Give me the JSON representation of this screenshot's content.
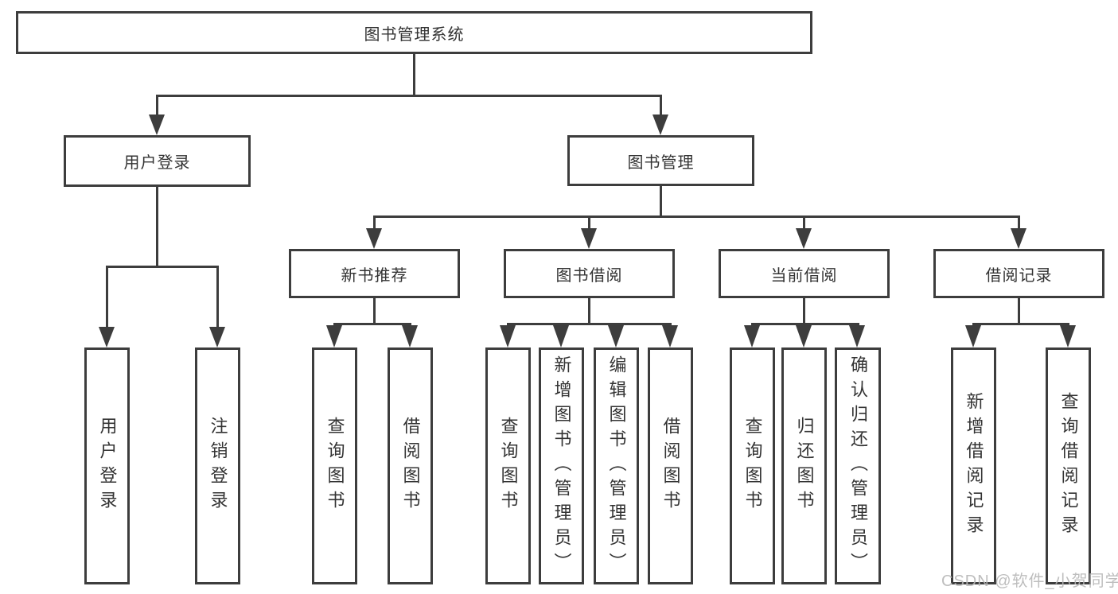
{
  "tree": {
    "root": {
      "label": "图书管理系统"
    },
    "branches": [
      {
        "label": "用户登录",
        "children": [
          {
            "label": "用户登录"
          },
          {
            "label": "注销登录"
          }
        ]
      },
      {
        "label": "图书管理",
        "children": [
          {
            "label": "新书推荐",
            "children": [
              {
                "label": "查询图书"
              },
              {
                "label": "借阅图书"
              }
            ]
          },
          {
            "label": "图书借阅",
            "children": [
              {
                "label": "查询图书"
              },
              {
                "label": "新增图书（管理员）"
              },
              {
                "label": "编辑图书（管理员）"
              },
              {
                "label": "借阅图书"
              }
            ]
          },
          {
            "label": "当前借阅",
            "children": [
              {
                "label": "查询图书"
              },
              {
                "label": "归还图书"
              },
              {
                "label": "确认归还（管理员）"
              }
            ]
          },
          {
            "label": "借阅记录",
            "children": [
              {
                "label": "新增借阅记录"
              },
              {
                "label": "查询借阅记录"
              }
            ]
          }
        ]
      }
    ]
  },
  "watermark": "CSDN @软件_小贺同学",
  "colors": {
    "line": "#3d3d3d",
    "text": "#333333",
    "watermark": "#b7b7b7",
    "bg": "#ffffff"
  }
}
